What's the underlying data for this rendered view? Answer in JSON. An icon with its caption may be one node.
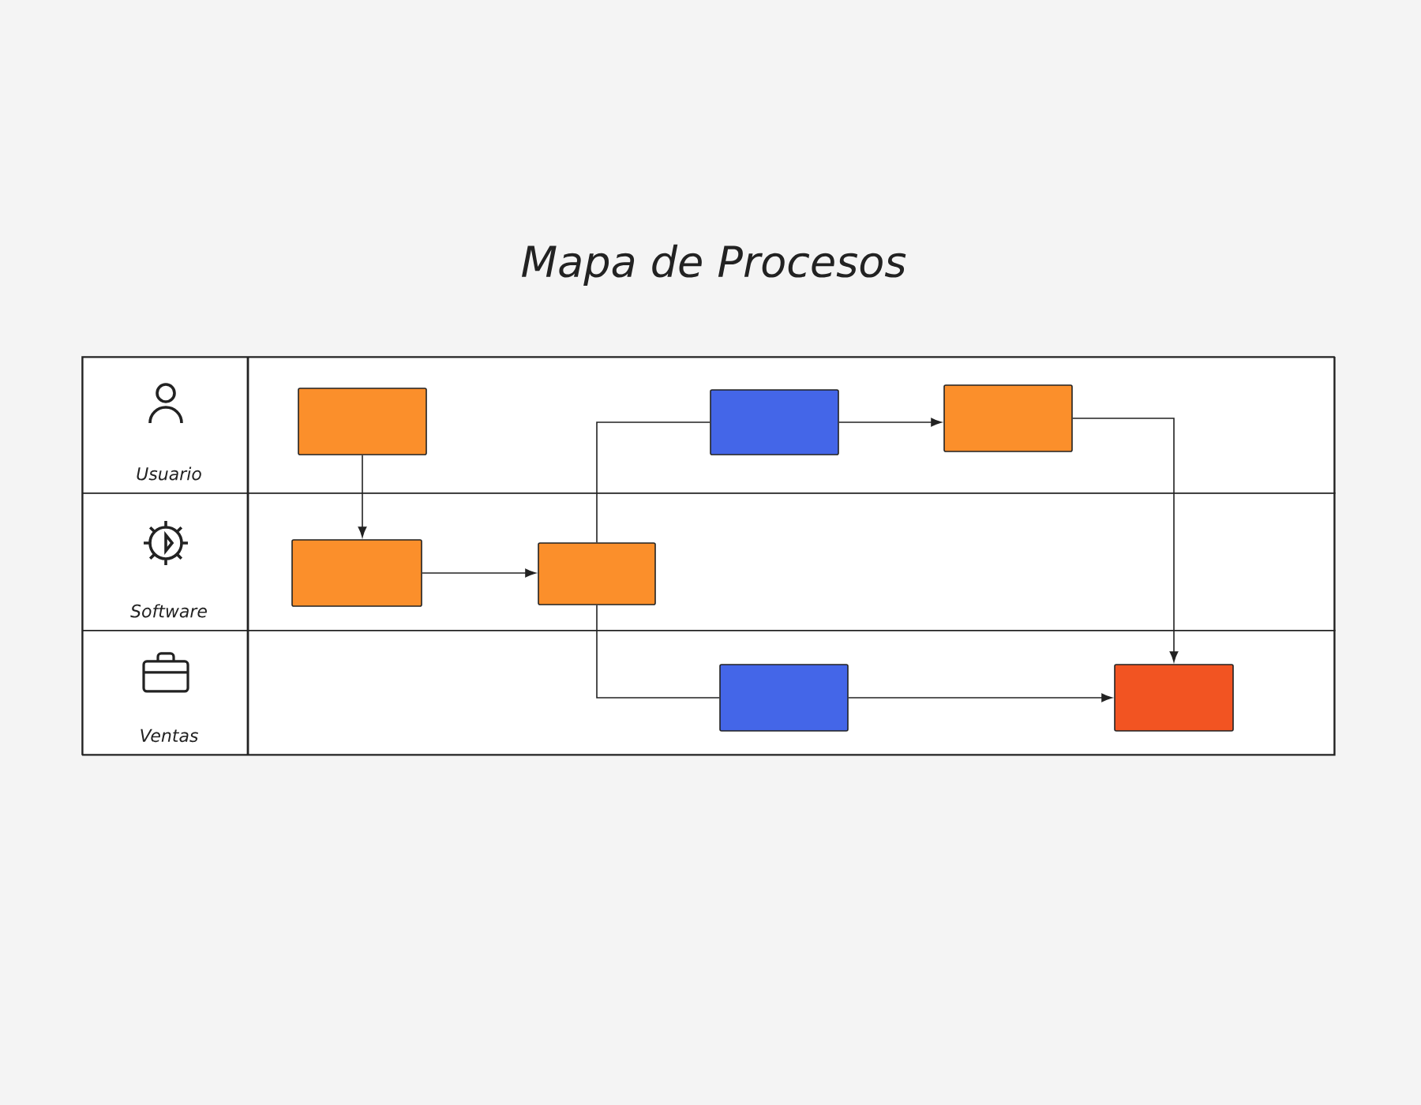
{
  "diagram": {
    "title": "Mapa de Procesos",
    "nodes": [
      {
        "text": [
          "Usuario"
        ]
      },
      {
        "text": [
          "Software"
        ]
      },
      {
        "text": [
          "Ventas"
        ]
      },
      {
        "text": [],
        "shape": "box",
        "in": 0
      },
      {
        "text": [],
        "shape": "box",
        "in": 0
      },
      {
        "text": [],
        "shape": "box",
        "in": 0
      },
      {
        "text": [],
        "shape": "box",
        "in": 1
      },
      {
        "text": [],
        "shape": "box",
        "in": 1
      },
      {
        "text": [],
        "shape": "box",
        "in": 2
      },
      {
        "text": [],
        "shape": "box",
        "in": 2
      }
    ],
    "edges": [
      {
        "from": 3,
        "to": 6,
        "arrow": "to"
      },
      {
        "from": 6,
        "to": 7,
        "arrow": "to"
      },
      {
        "from": 7,
        "to": 4,
        "arrow": "none"
      },
      {
        "from": 4,
        "to": 5,
        "arrow": "to"
      },
      {
        "from": 5,
        "to": 9,
        "arrow": "to"
      },
      {
        "from": 7,
        "to": 8,
        "arrow": "none"
      },
      {
        "from": 8,
        "to": 9,
        "arrow": "to"
      }
    ]
  }
}
